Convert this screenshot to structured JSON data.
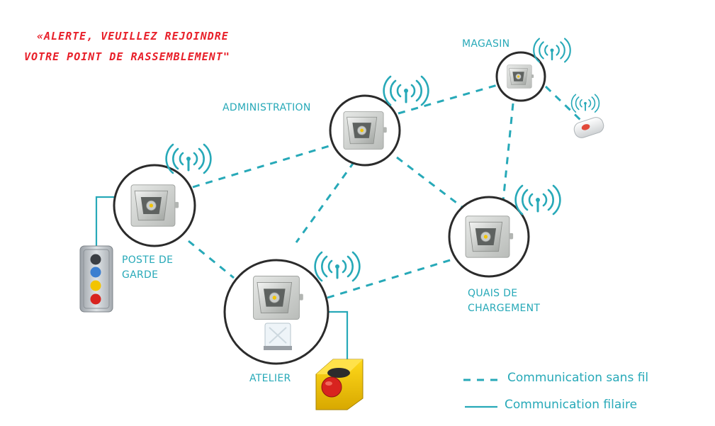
{
  "alert": {
    "line1": "«ALERTE, VEUILLEZ REJOINDRE",
    "line2": "VOTRE POINT DE RASSEMBLEMENT\""
  },
  "colors": {
    "accent": "#27a9b8",
    "alert": "#e8202a",
    "ring": "#2b2b2b",
    "siren_body": "#cfd1cf",
    "beacon_yellow": "#f2c400",
    "button_red": "#d8231f"
  },
  "nodes": {
    "magasin": {
      "label_line1": "MAGASIN"
    },
    "administration": {
      "label_line1": "ADMINISTRATION"
    },
    "poste": {
      "label_line1": "POSTE DE",
      "label_line2": "GARDE"
    },
    "quais": {
      "label_line1": "QUAIS DE",
      "label_line2": "CHARGEMENT"
    },
    "atelier": {
      "label_line1": "ATELIER"
    }
  },
  "legend": {
    "wireless": "Communication sans fil",
    "wired": "Communication filaire"
  },
  "icons": [
    "wifi-signal-icon",
    "siren-icon",
    "remote-control-icon",
    "pushbutton-station-icon",
    "emergency-button-icon",
    "strobe-beacon-icon"
  ]
}
